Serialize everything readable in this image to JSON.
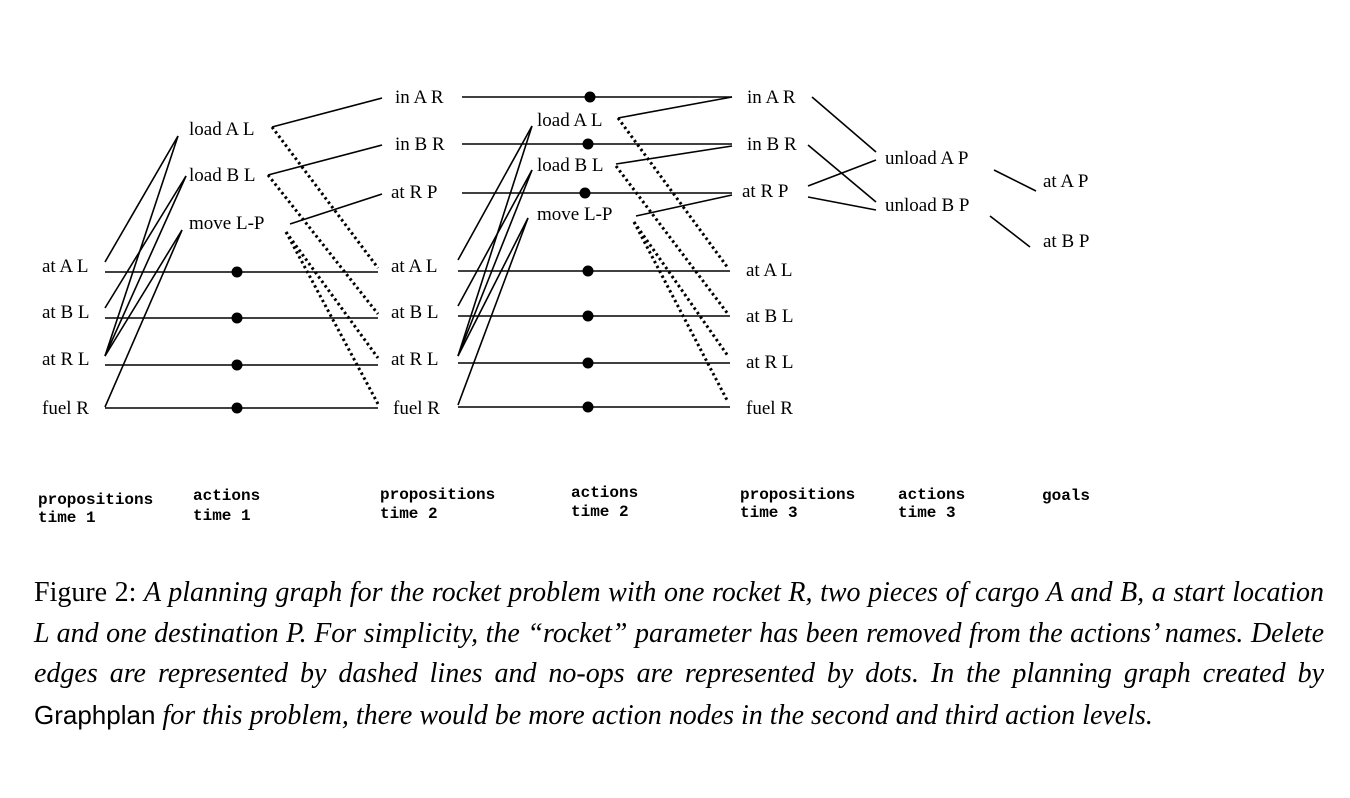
{
  "nodes": {
    "p1_at_a_l": "at A L",
    "p1_at_b_l": "at B L",
    "p1_at_r_l": "at R L",
    "p1_fuel_r": "fuel R",
    "a1_load_a_l": "load A L",
    "a1_load_b_l": "load B L",
    "a1_move_l_p": "move L-P",
    "p2_in_a_r": "in A R",
    "p2_in_b_r": "in B R",
    "p2_at_r_p": "at R P",
    "p2_at_a_l": "at A L",
    "p2_at_b_l": "at B L",
    "p2_at_r_l": "at R L",
    "p2_fuel_r": "fuel R",
    "a2_load_a_l": "load A L",
    "a2_load_b_l": "load B L",
    "a2_move_l_p": "move L-P",
    "p3_in_a_r": "in A R",
    "p3_in_b_r": "in B R",
    "p3_at_r_p": "at R P",
    "p3_at_a_l": "at A L",
    "p3_at_b_l": "at B L",
    "p3_at_r_l": "at R L",
    "p3_fuel_r": "fuel R",
    "a3_unload_a_p": "unload A P",
    "a3_unload_b_p": "unload B P",
    "g_at_a_p": "at A P",
    "g_at_b_p": "at B P"
  },
  "levels": {
    "propositions_1": [
      "propositions",
      "time 1"
    ],
    "actions_1": [
      "actions",
      "time 1"
    ],
    "propositions_2": [
      "propositions",
      "time 2"
    ],
    "actions_2": [
      "actions",
      "time 2"
    ],
    "propositions_3": [
      "propositions",
      "time 3"
    ],
    "actions_3": [
      "actions",
      "time 3"
    ],
    "goals": [
      "goals"
    ]
  },
  "caption": {
    "label": "Figure 2:",
    "part1": "A planning graph for the rocket problem with one rocket R, two pieces of cargo A and B, a start location L and one destination P. For simplicity, the “rocket” parameter has been removed from the actions’ names. Delete edges are represented by dashed lines and no-ops are represented by dots. In the planning graph created by",
    "system": "Graphplan",
    "part2": "for this problem, there would be more action nodes in the second and third action levels."
  }
}
